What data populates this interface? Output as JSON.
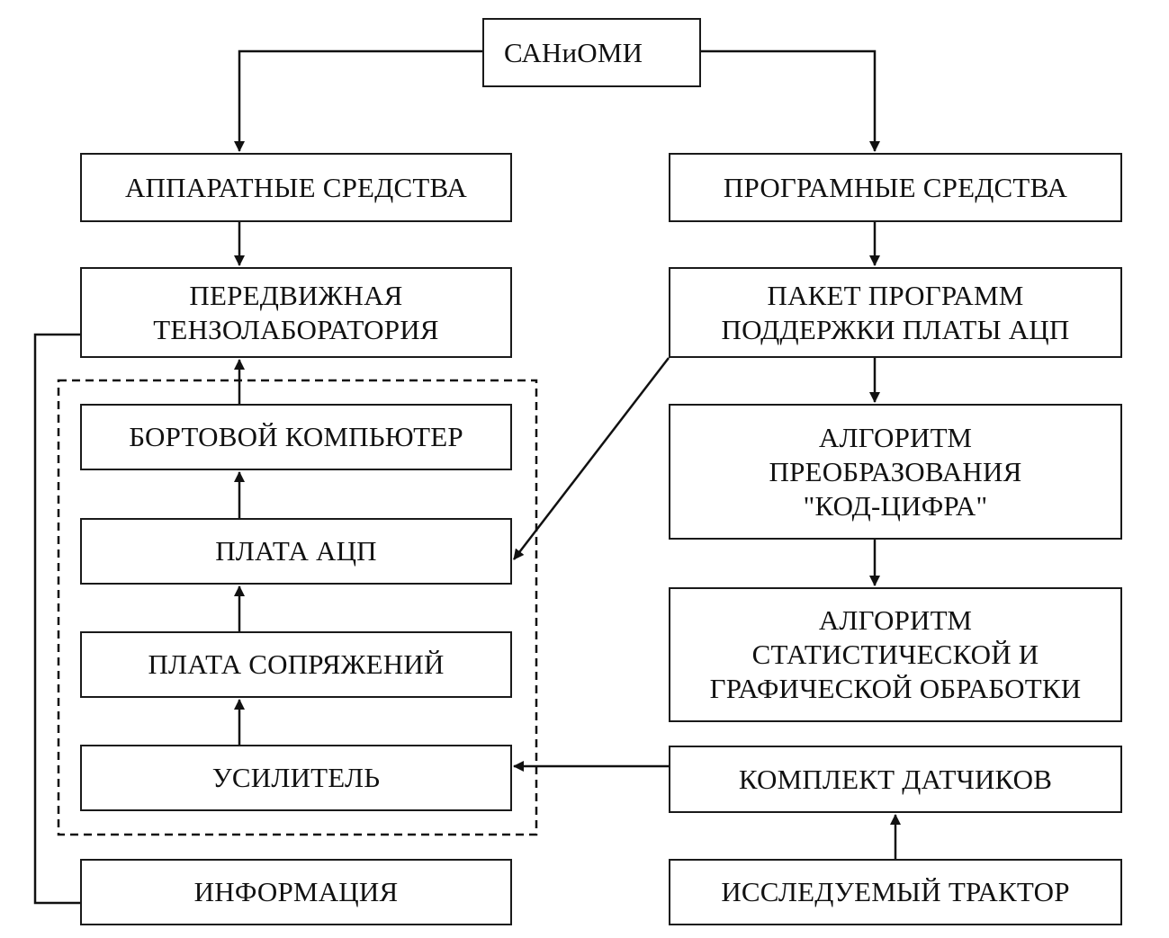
{
  "diagram": {
    "root": "САНиОМИ",
    "hardware": {
      "title": "АППАРАТНЫЕ СРЕДСТВА",
      "lab": "ПЕРЕДВИЖНАЯ\nТЕНЗОЛАБОРАТОРИЯ",
      "group": [
        "БОРТОВОЙ КОМПЬЮТЕР",
        "ПЛАТА АЦП",
        "ПЛАТА СОПРЯЖЕНИЙ",
        "УСИЛИТЕЛЬ"
      ],
      "info": "ИНФОРМАЦИЯ"
    },
    "software": {
      "title": "ПРОГРАМНЫЕ СРЕДСТВА",
      "package": "ПАКЕТ ПРОГРАММ\nПОДДЕРЖКИ ПЛАТЫ АЦП",
      "algo_convert": "АЛГОРИТМ\nПРЕОБРАЗОВАНИЯ\n\"КОД-ЦИФРА\"",
      "algo_stat": "АЛГОРИТМ\nСТАТИСТИЧЕСКОЙ И\nГРАФИЧЕСКОЙ ОБРАБОТКИ",
      "sensors": "КОМПЛЕКТ ДАТЧИКОВ",
      "tractor": "ИССЛЕДУЕМЫЙ ТРАКТОР"
    },
    "edges": [
      {
        "from": "САНиОМИ",
        "to": "АППАРАТНЫЕ СРЕДСТВА"
      },
      {
        "from": "САНиОМИ",
        "to": "ПРОГРАМНЫЕ СРЕДСТВА"
      },
      {
        "from": "АППАРАТНЫЕ СРЕДСТВА",
        "to": "ПЕРЕДВИЖНАЯ ТЕНЗОЛАБОРАТОРИЯ"
      },
      {
        "from": "ПРОГРАМНЫЕ СРЕДСТВА",
        "to": "ПАКЕТ ПРОГРАММ ПОДДЕРЖКИ ПЛАТЫ АЦП"
      },
      {
        "from": "ПАКЕТ ПРОГРАММ ПОДДЕРЖКИ ПЛАТЫ АЦП",
        "to": "АЛГОРИТМ ПРЕОБРАЗОВАНИЯ \"КОД-ЦИФРА\""
      },
      {
        "from": "АЛГОРИТМ ПРЕОБРАЗОВАНИЯ \"КОД-ЦИФРА\"",
        "to": "АЛГОРИТМ СТАТИСТИЧЕСКОЙ И ГРАФИЧЕСКОЙ ОБРАБОТКИ"
      },
      {
        "from": "ПАКЕТ ПРОГРАММ ПОДДЕРЖКИ ПЛАТЫ АЦП",
        "to": "ПЛАТА АЦП"
      },
      {
        "from": "БОРТОВОЙ КОМПЬЮТЕР",
        "to": "ПЕРЕДВИЖНАЯ ТЕНЗОЛАБОРАТОРИЯ"
      },
      {
        "from": "ПЛАТА АЦП",
        "to": "БОРТОВОЙ КОМПЬЮТЕР"
      },
      {
        "from": "ПЛАТА СОПРЯЖЕНИЙ",
        "to": "ПЛАТА АЦП"
      },
      {
        "from": "УСИЛИТЕЛЬ",
        "to": "ПЛАТА СОПРЯЖЕНИЙ"
      },
      {
        "from": "КОМПЛЕКТ ДАТЧИКОВ",
        "to": "УСИЛИТЕЛЬ"
      },
      {
        "from": "ИССЛЕДУЕМЫЙ ТРАКТОР",
        "to": "КОМПЛЕКТ ДАТЧИКОВ"
      },
      {
        "from": "ПЕРЕДВИЖНАЯ ТЕНЗОЛАБОРАТОРИЯ",
        "to": "ИНФОРМАЦИЯ"
      }
    ]
  }
}
